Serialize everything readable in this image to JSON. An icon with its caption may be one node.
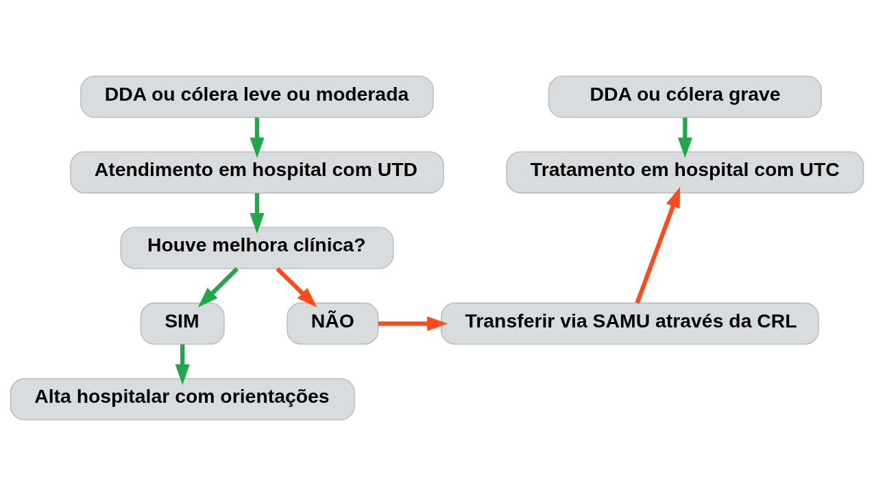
{
  "diagram": {
    "nodes": [
      {
        "text": [
          "DDA ou cólera leve ou moderada"
        ]
      },
      {
        "text": [
          "Atendimento em hospital com UTD"
        ]
      },
      {
        "text": [
          "Houve melhora clínica?"
        ]
      },
      {
        "text": [
          "SIM"
        ]
      },
      {
        "text": [
          "NÃO"
        ]
      },
      {
        "text": [
          "Alta hospitalar com orientações"
        ]
      },
      {
        "text": [
          "DDA ou cólera grave"
        ]
      },
      {
        "text": [
          "Tratamento em hospital com UTC"
        ]
      },
      {
        "text": [
          "Transferir via SAMU através da CRL"
        ]
      }
    ],
    "edges": [
      {
        "from": 0,
        "to": 1,
        "arrow": "to"
      },
      {
        "from": 1,
        "to": 2,
        "arrow": "to"
      },
      {
        "from": 2,
        "to": 3,
        "arrow": "to"
      },
      {
        "from": 2,
        "to": 4,
        "arrow": "to",
        "color": "#ff4a1a"
      },
      {
        "from": 3,
        "to": 5,
        "arrow": "to"
      },
      {
        "from": 4,
        "to": 8,
        "arrow": "to",
        "color": "#ff4a1a"
      },
      {
        "from": 8,
        "to": 7,
        "arrow": "to",
        "color": "#ff4a1a"
      },
      {
        "from": 6,
        "to": 7,
        "arrow": "to"
      }
    ]
  }
}
